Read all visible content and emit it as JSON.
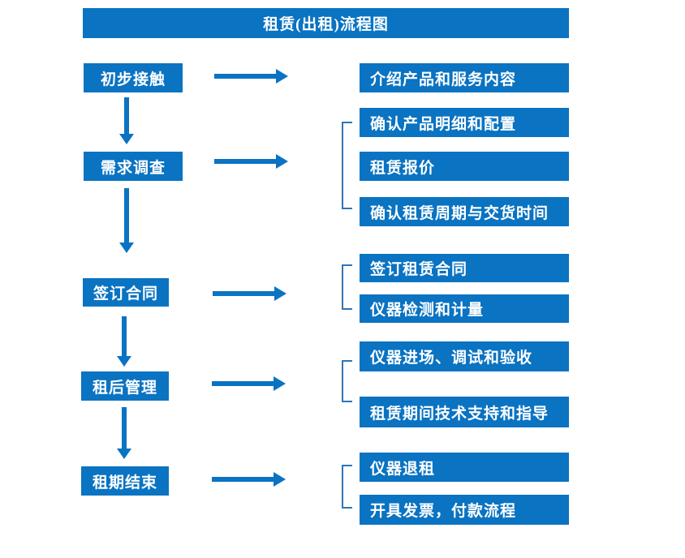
{
  "title": "租赁(出租)流程图",
  "colors": {
    "primary": "#0a73c2",
    "bracket": "#2e75b6",
    "text_on_primary": "#ffffff",
    "background": "#ffffff"
  },
  "flow": {
    "rows": [
      {
        "step": "初步接触",
        "details": [
          "介绍产品和服务内容"
        ]
      },
      {
        "step": "需求调查",
        "details": [
          "确认产品明细和配置",
          "租赁报价",
          "确认租赁周期与交货时间"
        ]
      },
      {
        "step": "签订合同",
        "details": [
          "签订租赁合同",
          "仪器检测和计量"
        ]
      },
      {
        "step": "租后管理",
        "details": [
          "仪器进场、调试和验收",
          "租赁期间技术支持和指导"
        ]
      },
      {
        "step": "租期结束",
        "details": [
          "仪器退租",
          "开具发票，付款流程"
        ]
      }
    ]
  }
}
